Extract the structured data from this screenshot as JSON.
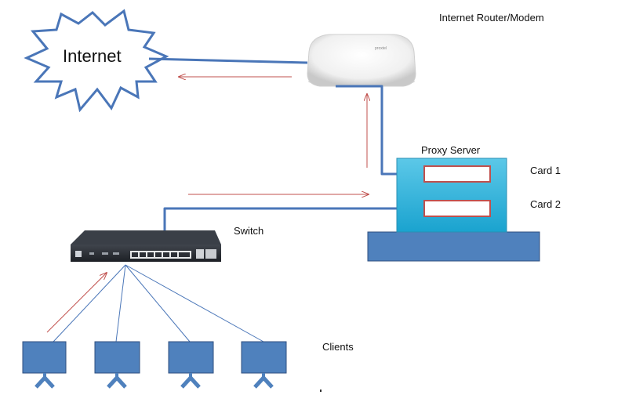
{
  "labels": {
    "internet": "Internet",
    "router": "Internet Router/Modem",
    "router_brand": "proxtel",
    "proxy_server": "Proxy Server",
    "card1": "Card 1",
    "card2": "Card 2",
    "switch": "Switch",
    "clients": "Clients"
  },
  "colors": {
    "wire": "#4a76b8",
    "arrow": "#c0504d",
    "box_fill": "#4f81bd",
    "box_stroke": "#2f4f7f",
    "server_fill": "#31b1d6",
    "card_stroke": "#c0504d",
    "device_dark": "#2b2f36"
  },
  "icons": [
    "cloud-icon",
    "router-icon",
    "switch-icon",
    "server-icon",
    "client-icon"
  ]
}
